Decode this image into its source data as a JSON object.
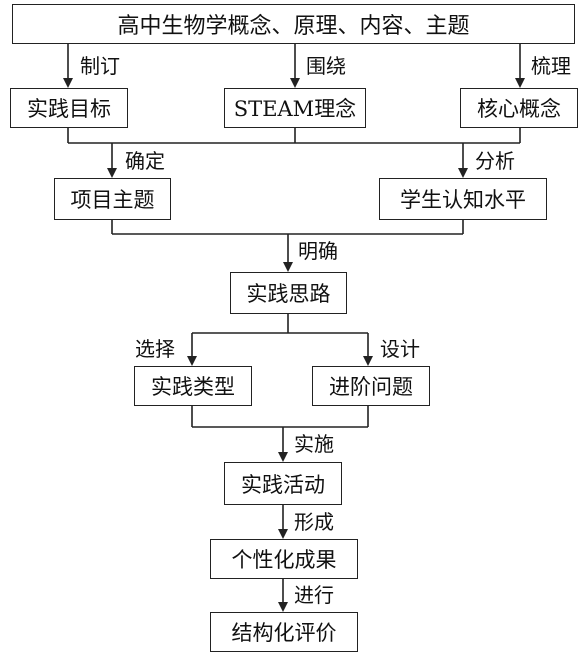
{
  "nodes": {
    "concepts": "高中生物学概念、原理、内容、主题",
    "practice_goal": "实践目标",
    "steam": "STEAM理念",
    "core_concept": "核心概念",
    "project_theme": "项目主题",
    "cognition": "学生认知水平",
    "practice_idea": "实践思路",
    "practice_type": "实践类型",
    "advanced_question": "进阶问题",
    "practice_activity": "实践活动",
    "outcome": "个性化成果",
    "evaluation": "结构化评价"
  },
  "edges": {
    "formulate": "制订",
    "surround": "围绕",
    "sort": "梳理",
    "determine": "确定",
    "analyze": "分析",
    "clarify": "明确",
    "select": "选择",
    "design": "设计",
    "implement": "实施",
    "form": "形成",
    "conduct": "进行"
  }
}
